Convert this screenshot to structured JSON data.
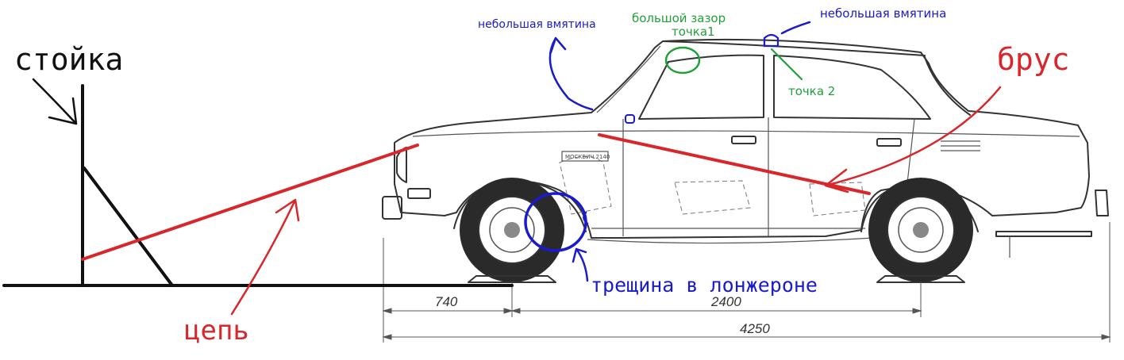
{
  "colors": {
    "ink": "#111111",
    "red": "#d9262b",
    "blue": "#1a1acf",
    "green": "#1fa13a",
    "drawing": "#333333"
  },
  "labels": {
    "stand": "стойка",
    "chain": "цепь",
    "beam": "брус",
    "dent_left": "небольшая вмятина",
    "dent_right": "небольшая вмятина",
    "big_gap": "большой зазор",
    "point1": "точка1",
    "point2": "точка 2",
    "crack": "трещина в лонжероне",
    "badge": "МОСКВИЧ 2140"
  },
  "dimensions": {
    "front_overhang": "740",
    "wheelbase": "2400",
    "overall_length": "4250"
  }
}
